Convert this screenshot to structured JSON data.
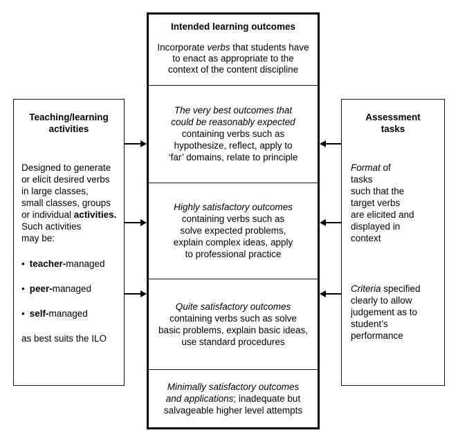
{
  "colors": {
    "ink": "#000000",
    "background": "#ffffff"
  },
  "left": {
    "title": "Teaching/learning\nactivities",
    "body_pre": "Designed to generate\nor elicit desired verbs\nin large classes,\nsmall classes, groups\nor individual ",
    "body_bold": "activities.",
    "body_post": "\nSuch activities\nmay be:",
    "bullet_marker": "•",
    "bullets": [
      {
        "bold": "teacher-",
        "rest": "managed"
      },
      {
        "bold": "peer-",
        "rest": "managed"
      },
      {
        "bold": "self-",
        "rest": "managed"
      }
    ],
    "footer": "as best suits the ILO"
  },
  "center": {
    "title": "Intended learning outcomes",
    "intro_pre": "Incorporate ",
    "intro_em": "verbs",
    "intro_post": " that students have\nto enact as appropriate to the\ncontext of the content discipline",
    "sections": [
      {
        "em": "The very best outcomes that\ncould be reasonably expected",
        "rest": "\ncontaining verbs such as\nhypothesize, reflect, apply to\n‘far’ domains, relate to principle"
      },
      {
        "em": "Highly satisfactory outcomes",
        "rest": "\ncontaining verbs such as\nsolve expected problems,\nexplain complex ideas, apply\nto professional practice"
      },
      {
        "em": "Quite satisfactory outcomes",
        "rest": "\ncontaining verbs such as solve\nbasic problems, explain basic ideas,\nuse standard procedures"
      },
      {
        "em": "Minimally satisfactory outcomes\nand applications",
        "rest": "; inadequate but\nsalvageable higher level attempts"
      }
    ]
  },
  "right": {
    "title": "Assessment\ntasks",
    "para1_em": "Format",
    "para1_rest": " of\ntasks\nsuch that the\ntarget verbs\nare elicited and\ndisplayed in\ncontext",
    "para2_em": "Criteria",
    "para2_rest": " specified\nclearly to allow\njudgement as to\nstudent’s\nperformance"
  }
}
